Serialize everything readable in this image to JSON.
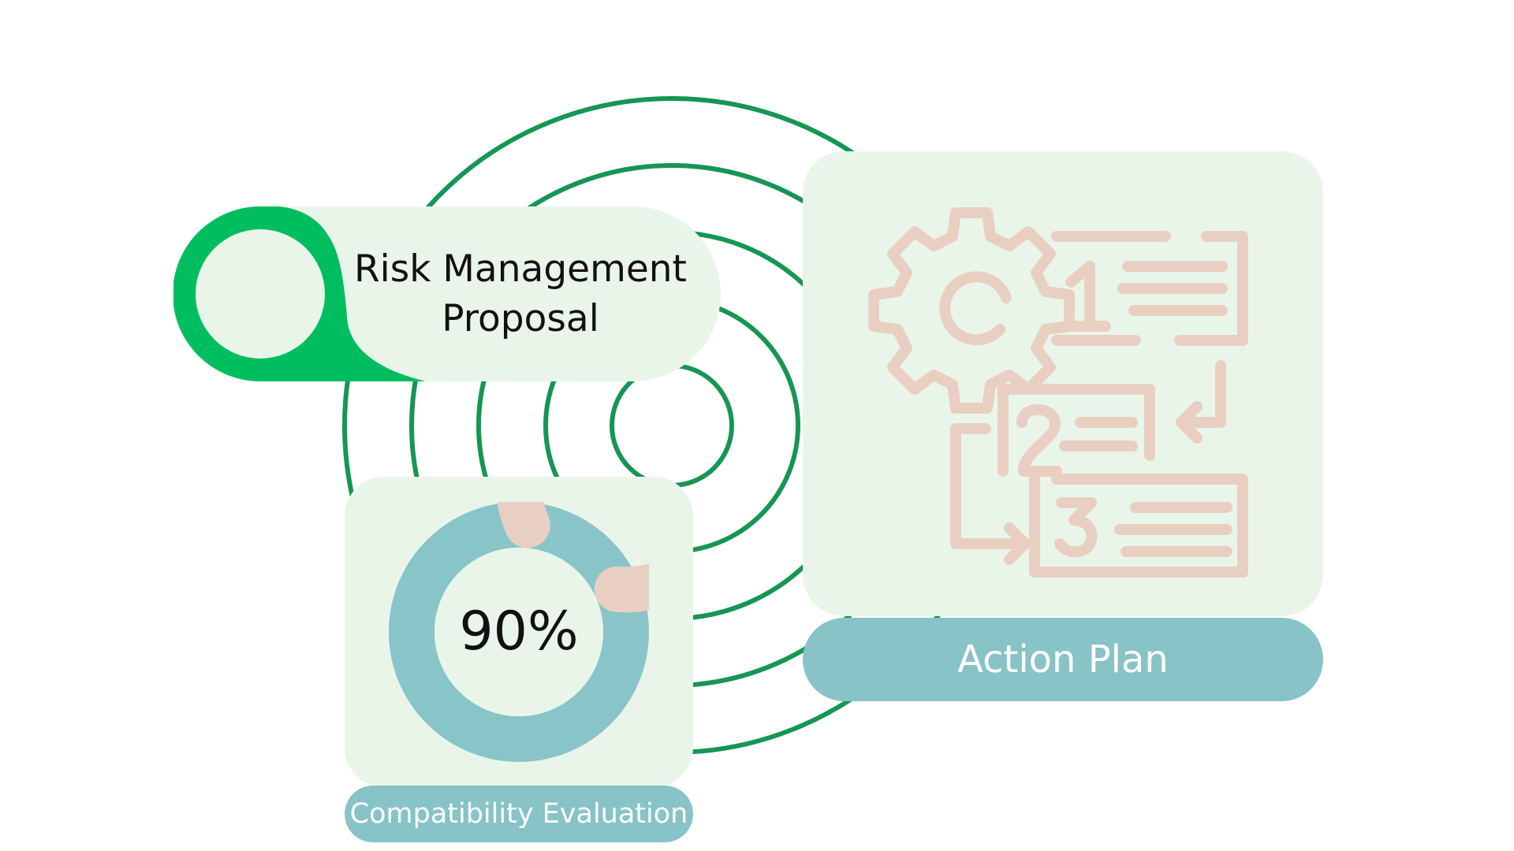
{
  "risk": {
    "title_line1": "Risk Management",
    "title_line2": "Proposal"
  },
  "compatibility": {
    "value_label": "90%",
    "value": 90,
    "label": "Compatibility Evaluation"
  },
  "action": {
    "label": "Action Plan",
    "steps": [
      "1",
      "2",
      "3"
    ],
    "icon": "process-flow-gear-icon"
  },
  "colors": {
    "ring": "#169654",
    "accent_green": "#00be5f",
    "card": "#eaf5ea",
    "label_pill": "#87c3c7",
    "icon_salmon": "#e9cfc2",
    "donut_track": "#89c4c8"
  }
}
